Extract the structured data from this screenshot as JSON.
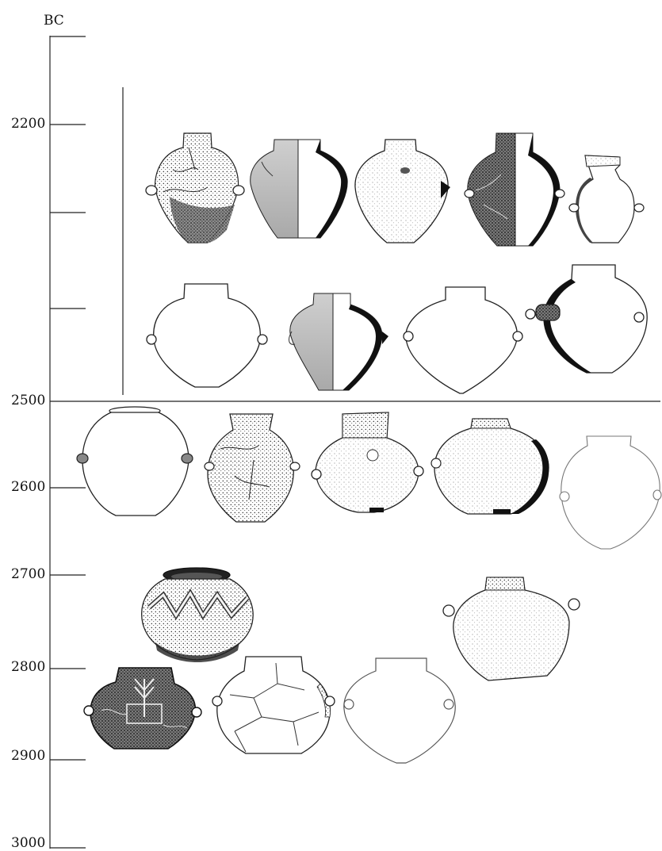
{
  "axis": {
    "unit_label": "BC",
    "ticks": [
      {
        "label": "2200",
        "value": 2200
      },
      {
        "label": "",
        "value": 2300
      },
      {
        "label": "",
        "value": 2400
      },
      {
        "label": "2500",
        "value": 2500
      },
      {
        "label": "2600",
        "value": 2600
      },
      {
        "label": "2700",
        "value": 2700
      },
      {
        "label": "2800",
        "value": 2800
      },
      {
        "label": "2900",
        "value": 2900
      },
      {
        "label": "3000",
        "value": 3000
      }
    ]
  },
  "vessel_rows": [
    {
      "count": 5
    },
    {
      "count": 4
    },
    {
      "count": 5
    },
    {
      "count": 2
    },
    {
      "count": 3
    }
  ]
}
